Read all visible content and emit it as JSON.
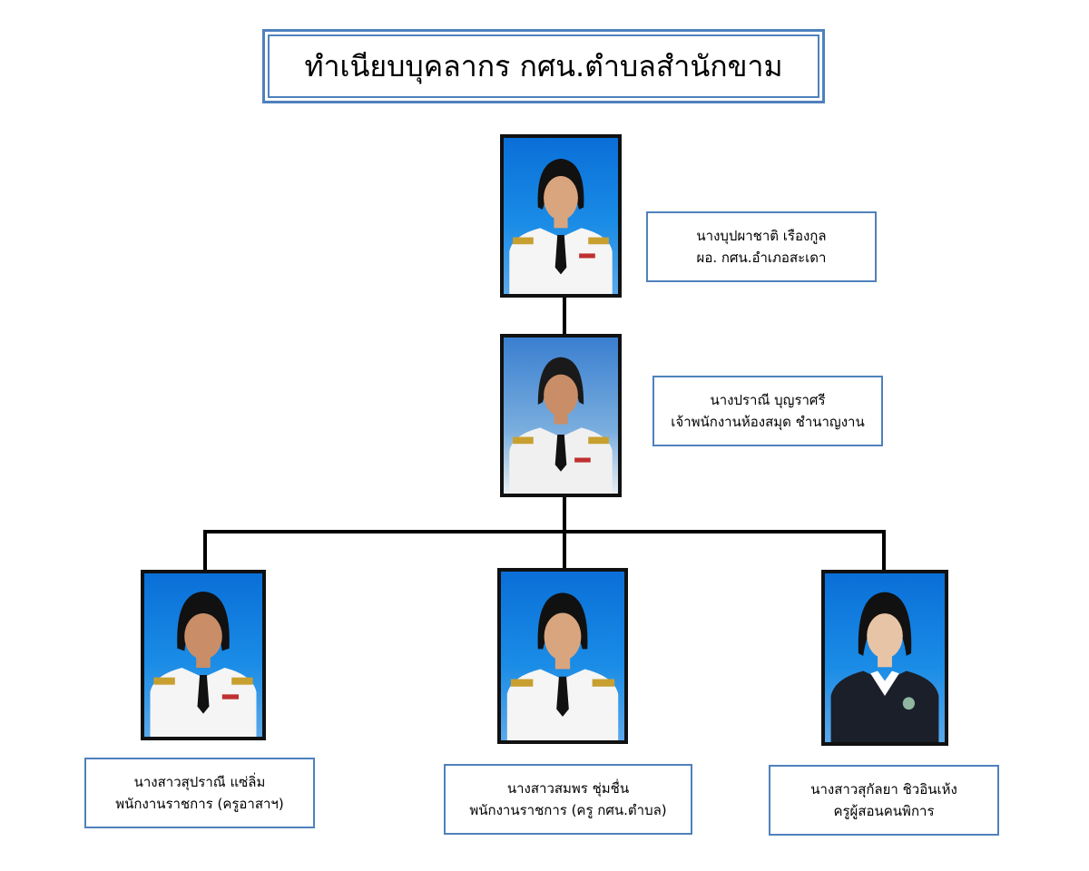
{
  "title": "ทำเนียบบุคลากร กศน.ตำบลสำนักขาม",
  "people": [
    {
      "name": "นางบุปผาชาติ  เรืองกูล",
      "position": "ผอ. กศน.อำเภอสะเดา",
      "uniform": "white"
    },
    {
      "name": "นางปราณี  บุญราศรี",
      "position": "เจ้าพนักงานห้องสมุด ชำนาญงาน",
      "uniform": "white"
    },
    {
      "name": "นางสาวสุปราณี  แซ่ลิ่ม",
      "position": "พนักงานราชการ (ครูอาสาฯ)",
      "uniform": "white"
    },
    {
      "name": "นางสาวสมพร  ชุ่มชื่น",
      "position": "พนักงานราชการ (ครู กศน.ตำบล)",
      "uniform": "white"
    },
    {
      "name": "นางสาวสุกัลยา  ชิวอินเห้ง",
      "position": "ครูผู้สอนคนพิการ",
      "uniform": "dark"
    }
  ],
  "colors": {
    "box_border": "#4f81bd",
    "photo_border": "#111111",
    "connector": "#000000",
    "photo_bg": "#0a6fd8"
  }
}
